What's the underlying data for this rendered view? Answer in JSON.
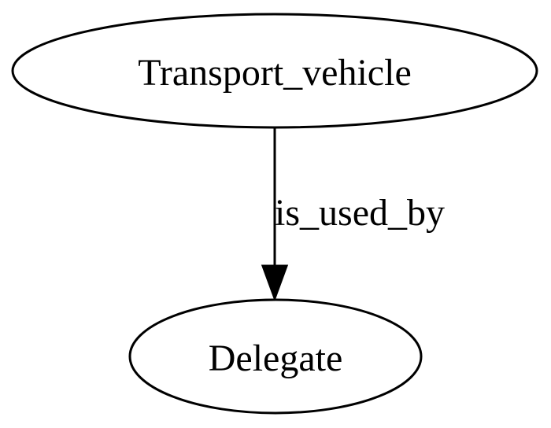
{
  "diagram": {
    "nodes": [
      {
        "id": "transport_vehicle",
        "label": "Transport_vehicle",
        "shape": "ellipse"
      },
      {
        "id": "delegate",
        "label": "Delegate",
        "shape": "ellipse"
      }
    ],
    "edges": [
      {
        "from": "transport_vehicle",
        "to": "delegate",
        "label": "is_used_by",
        "arrow": "filled"
      }
    ],
    "colors": {
      "stroke": "#000000",
      "fill": "#ffffff",
      "background": "#ffffff",
      "text": "#000000"
    }
  }
}
